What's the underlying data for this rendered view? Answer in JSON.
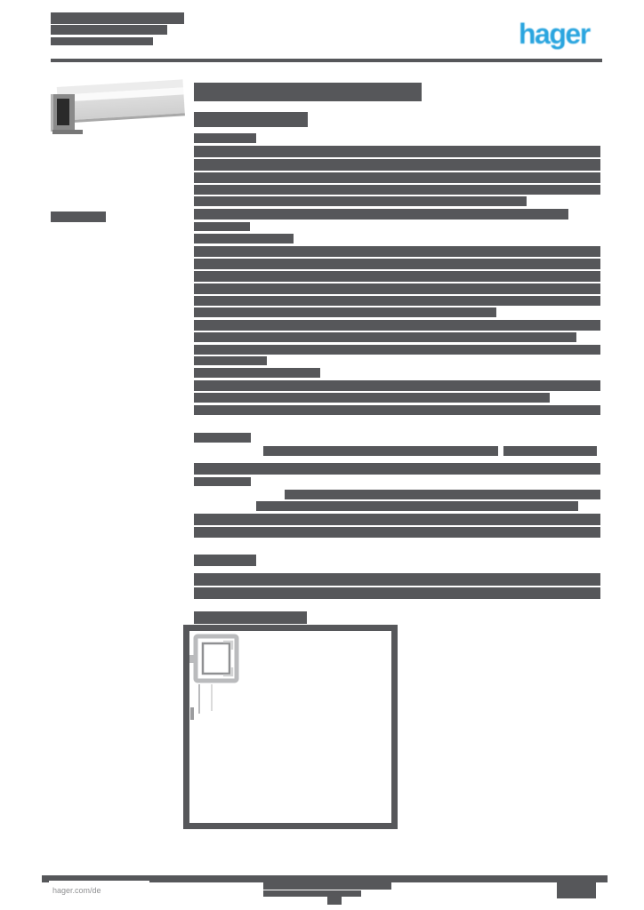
{
  "brand": {
    "name": "hager",
    "logo_color": "#2aa5df"
  },
  "footer": {
    "website": "hager.com/de"
  },
  "colors": {
    "redaction_gray": "#56575a",
    "drawing_border": "#56575a",
    "page_background": "#ffffff",
    "footer_url_text": "#8f9092"
  },
  "notes": {
    "content_state": "text redacted"
  }
}
